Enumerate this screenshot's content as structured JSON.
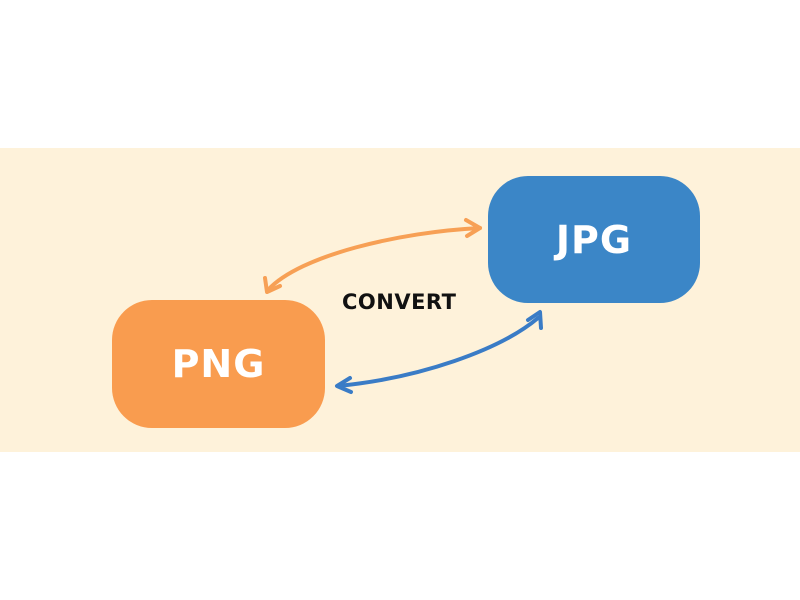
{
  "diagram": {
    "nodes": [
      {
        "id": "png",
        "label": "PNG",
        "color": "#f99c4f"
      },
      {
        "id": "jpg",
        "label": "JPG",
        "color": "#3b86c7"
      }
    ],
    "edges": [
      {
        "from": "png",
        "to": "jpg",
        "bidirectional": true,
        "color": "#f7a055"
      },
      {
        "from": "jpg",
        "to": "png",
        "bidirectional": true,
        "color": "#3a7cc6"
      }
    ],
    "center_label": "CONVERT",
    "background": "#fef2da"
  }
}
